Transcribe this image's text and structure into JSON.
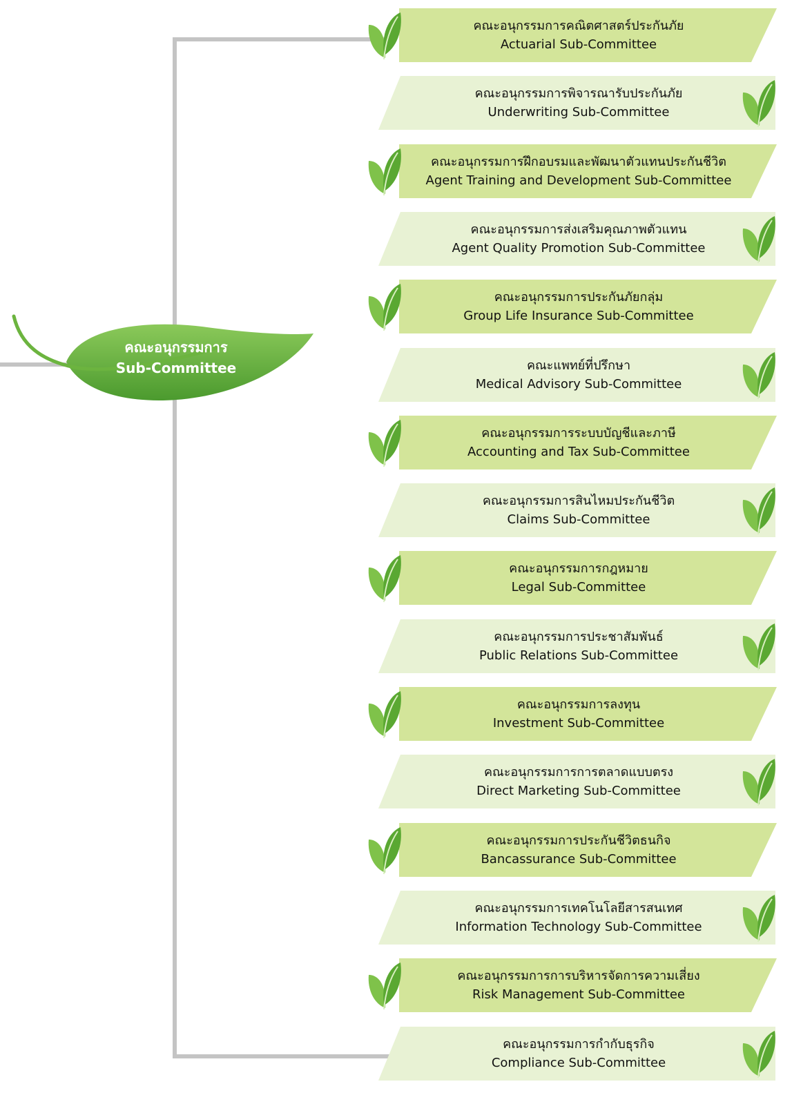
{
  "root": {
    "label_th": "คณะอนุกรรมการ",
    "label_en": "Sub-Committee"
  },
  "colors": {
    "dark_band": "#d3e59a",
    "light_band": "#e8f2d4",
    "leaf": "#6cb43f",
    "connector": "#c4c4c4"
  },
  "committees": [
    {
      "th": "คณะอนุกรรมการคณิตศาสตร์ประกันภัย",
      "en": "Actuarial Sub-Committee"
    },
    {
      "th": "คณะอนุกรรมการพิจารณารับประกันภัย",
      "en": "Underwriting Sub-Committee"
    },
    {
      "th": "คณะอนุกรรมการฝึกอบรมและพัฒนาตัวแทนประกันชีวิต",
      "en": "Agent Training and Development Sub-Committee"
    },
    {
      "th": "คณะอนุกรรมการส่งเสริมคุณภาพตัวแทน",
      "en": "Agent Quality Promotion Sub-Committee"
    },
    {
      "th": "คณะอนุกรรมการประกันภัยกลุ่ม",
      "en": "Group Life Insurance Sub-Committee"
    },
    {
      "th": "คณะแพทย์ที่ปรึกษา",
      "en": "Medical Advisory Sub-Committee"
    },
    {
      "th": "คณะอนุกรรมการระบบบัญชีและภาษี",
      "en": "Accounting and Tax Sub-Committee"
    },
    {
      "th": "คณะอนุกรรมการสินไหมประกันชีวิต",
      "en": "Claims Sub-Committee"
    },
    {
      "th": "คณะอนุกรรมการกฎหมาย",
      "en": "Legal Sub-Committee"
    },
    {
      "th": "คณะอนุกรรมการประชาสัมพันธ์",
      "en": "Public Relations Sub-Committee"
    },
    {
      "th": "คณะอนุกรรมการลงทุน",
      "en": "Investment Sub-Committee"
    },
    {
      "th": "คณะอนุกรรมการการตลาดแบบตรง",
      "en": "Direct Marketing Sub-Committee"
    },
    {
      "th": "คณะอนุกรรมการประกันชีวิตธนกิจ",
      "en": "Bancassurance Sub-Committee"
    },
    {
      "th": "คณะอนุกรรมการเทคโนโลยีสารสนเทศ",
      "en": "Information Technology Sub-Committee"
    },
    {
      "th": "คณะอนุกรรมการการบริหารจัดการความเสี่ยง",
      "en": "Risk Management Sub-Committee"
    },
    {
      "th": "คณะอนุกรรมการกำกับธุรกิจ",
      "en": "Compliance Sub-Committee"
    }
  ]
}
